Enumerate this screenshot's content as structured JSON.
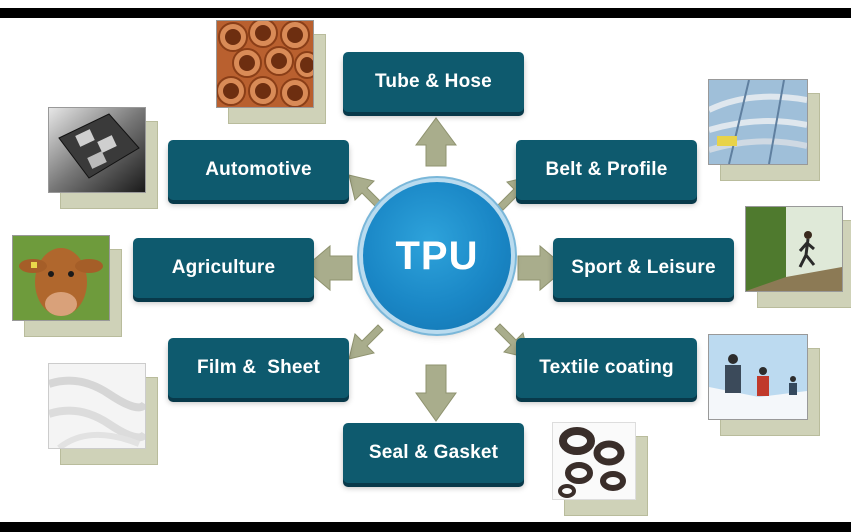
{
  "center": {
    "label": "TPU"
  },
  "applications": [
    {
      "id": "tube-hose",
      "label": "Tube & Hose"
    },
    {
      "id": "belt-profile",
      "label": "Belt & Profile"
    },
    {
      "id": "sport-leisure",
      "label": "Sport & Leisure"
    },
    {
      "id": "textile-coating",
      "label": "Textile coating"
    },
    {
      "id": "seal-gasket",
      "label": "Seal & Gasket"
    },
    {
      "id": "film-sheet",
      "label": "Film &  Sheet"
    },
    {
      "id": "agriculture",
      "label": "Agriculture"
    },
    {
      "id": "automotive",
      "label": "Automotive"
    }
  ],
  "colors": {
    "box": "#0e5a6e",
    "arrow": "#a9ad8c",
    "center": "#1a87c6"
  }
}
